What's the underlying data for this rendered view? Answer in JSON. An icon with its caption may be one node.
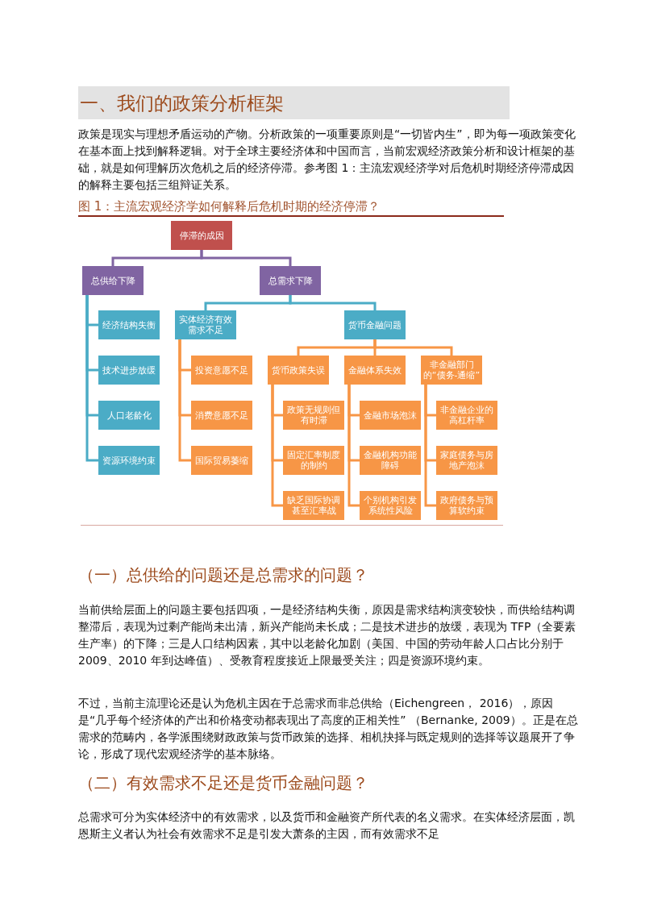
{
  "diagram": {
    "title": "一、我们的政策分析框架",
    "caption": "图 1：主流宏观经济学如何解释后危机时期的经济停滞？",
    "nodes": [
      {
        "text": [
          "停滞的成因"
        ]
      },
      {
        "text": [
          "总供给下降"
        ]
      },
      {
        "text": [
          "总需求下降"
        ]
      },
      {
        "text": [
          "经济结构失衡"
        ]
      },
      {
        "text": [
          "技术进步放缓"
        ]
      },
      {
        "text": [
          "人口老龄化"
        ]
      },
      {
        "text": [
          "资源环境约束"
        ]
      },
      {
        "text": [
          "实体经济有效需求不足"
        ]
      },
      {
        "text": [
          "货币金融问题"
        ]
      },
      {
        "text": [
          "投资意愿不足"
        ]
      },
      {
        "text": [
          "消费意愿不足"
        ]
      },
      {
        "text": [
          "国际贸易萎缩"
        ]
      },
      {
        "text": [
          "货币政策失误"
        ]
      },
      {
        "text": [
          "金融体系失效"
        ]
      },
      {
        "text": [
          "非金融部门的“债务-通缩”"
        ]
      },
      {
        "text": [
          "政策无规则但有时滞"
        ]
      },
      {
        "text": [
          "固定汇率制度的制约"
        ]
      },
      {
        "text": [
          "缺乏国际协调甚至汇率战"
        ]
      },
      {
        "text": [
          "金融市场泡沫"
        ]
      },
      {
        "text": [
          "金融机构功能障碍"
        ]
      },
      {
        "text": [
          "个别机构引发系统性风险"
        ]
      },
      {
        "text": [
          "非金融企业的高杠杆率"
        ]
      },
      {
        "text": [
          "家庭债务与房地产泡沫"
        ]
      },
      {
        "text": [
          "政府债务与预算软约束"
        ]
      }
    ],
    "edges": [
      {
        "from": 0,
        "to": 1,
        "arrow": "none",
        "color": "#8064a2"
      },
      {
        "from": 0,
        "to": 2,
        "arrow": "none",
        "color": "#8064a2"
      },
      {
        "from": 1,
        "to": 3,
        "arrow": "none",
        "color": "#4bacc6"
      },
      {
        "from": 1,
        "to": 4,
        "arrow": "none",
        "color": "#4bacc6"
      },
      {
        "from": 1,
        "to": 5,
        "arrow": "none",
        "color": "#4bacc6"
      },
      {
        "from": 1,
        "to": 6,
        "arrow": "none",
        "color": "#4bacc6"
      },
      {
        "from": 2,
        "to": 7,
        "arrow": "none",
        "color": "#4bacc6"
      },
      {
        "from": 2,
        "to": 8,
        "arrow": "none",
        "color": "#4bacc6"
      },
      {
        "from": 7,
        "to": 9,
        "arrow": "none"
      },
      {
        "from": 7,
        "to": 10,
        "arrow": "none"
      },
      {
        "from": 7,
        "to": 11,
        "arrow": "none"
      },
      {
        "from": 8,
        "to": 12,
        "arrow": "none"
      },
      {
        "from": 8,
        "to": 13,
        "arrow": "none"
      },
      {
        "from": 8,
        "to": 14,
        "arrow": "none"
      },
      {
        "from": 12,
        "to": 15,
        "arrow": "none"
      },
      {
        "from": 12,
        "to": 16,
        "arrow": "none"
      },
      {
        "from": 12,
        "to": 17,
        "arrow": "none"
      },
      {
        "from": 13,
        "to": 18,
        "arrow": "none"
      },
      {
        "from": 13,
        "to": 19,
        "arrow": "none"
      },
      {
        "from": 13,
        "to": 20,
        "arrow": "none"
      },
      {
        "from": 14,
        "to": 21,
        "arrow": "none"
      },
      {
        "from": 14,
        "to": 22,
        "arrow": "none"
      },
      {
        "from": 14,
        "to": 23,
        "arrow": "none"
      }
    ],
    "labels": [
      "政策是现实与理想矛盾运动的产物。分析政策的一项重要原则是“一切皆内生”，即为每一项政策变化在基本面上找到解释逻辑。对于全球主要经济体和中国而言，当前宏观经济政策分析和设计框架的基础，就是如何理解历次危机之后的经济停滞。参考图 1：主流宏观经济学对后危机时期经济停滞成因的解释主要包括三组辩证关系。",
      "（一）总供给的问题还是总需求的问题？",
      "当前供给层面上的问题主要包括四项，一是经济结构失衡，原因是需求结构演变较快，而供给结构调整滞后，表现为过剩产能尚未出清，新兴产能尚未长成；二是技术进步的放缓，表现为 TFP（全要素生产率）的下降；三是人口结构因素，其中以老龄化加剧（美国、中国的劳动年龄人口占比分别于 2009、2010 年到达峰值）、受教育程度接近上限最受关注；四是资源环境约束。",
      "不过，当前主流理论还是认为危机主因在于总需求而非总供给（Eichengreen， 2016），原因是“几乎每个经济体的产出和价格变动都表现出了高度的正相关性” （Bernanke, 2009）。正是在总需求的范畴内，各学派围绕财政政策与货币政策的选择、相机抉择与既定规则的选择等议题展开了争论，形成了现代宏观经济学的基本脉络。",
      "（二）有效需求不足还是货币金融问题？",
      "总需求可分为实体经济中的有效需求，以及货币和金融资产所代表的名义需求。在实体经济层面，凯恩斯主义者认为社会有效需求不足是引发大萧条的主因，而有效需求不足"
    ]
  }
}
